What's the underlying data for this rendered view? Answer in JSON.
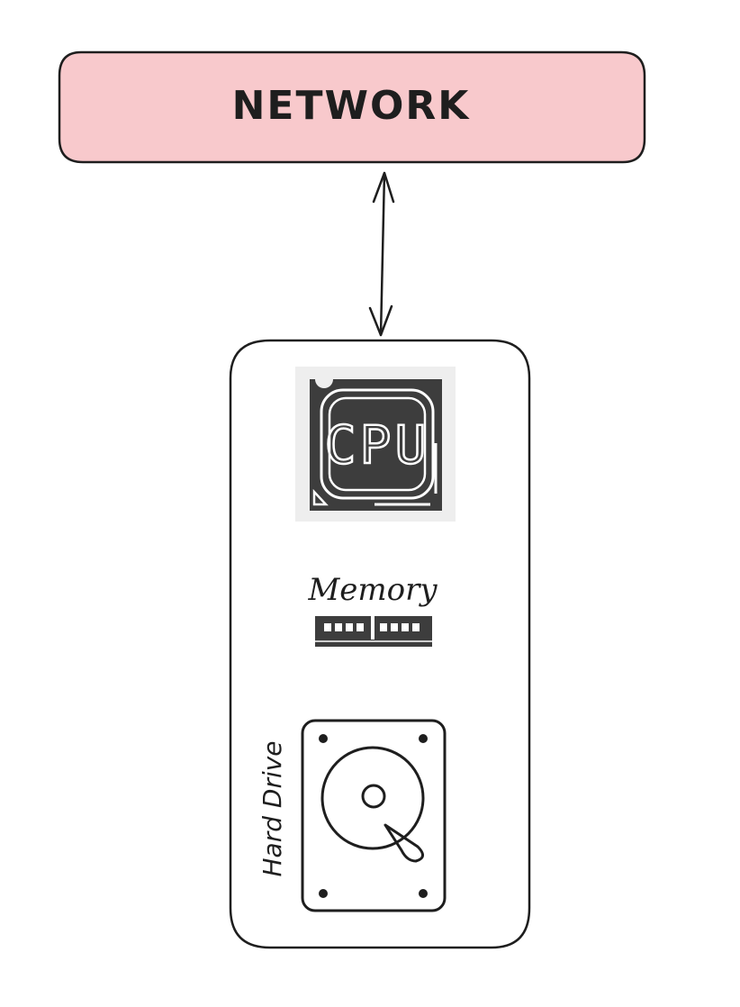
{
  "network": {
    "label": "NETWORK",
    "fill": "#f8c9cc"
  },
  "machine": {
    "cpu_label": "CPU",
    "memory_label": "Memory",
    "hard_drive_label": "Hard Drive"
  },
  "colors": {
    "stroke": "#1e1e1e",
    "cpu_body": "#3d3d3d",
    "cpu_frame": "#eeeeee"
  },
  "connection": "bidirectional-arrow"
}
